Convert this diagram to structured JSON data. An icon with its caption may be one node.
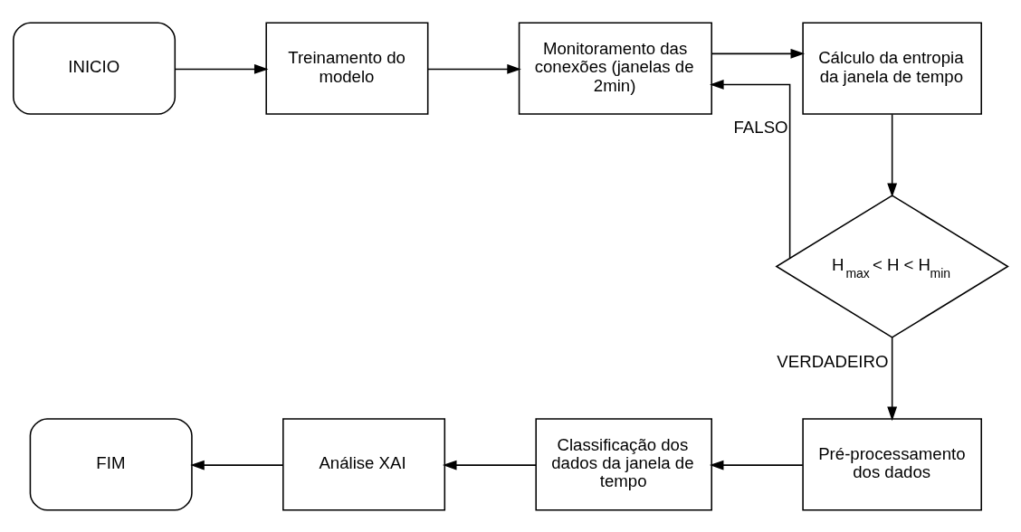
{
  "diagram": {
    "nodes": [
      {
        "text": [
          "INICIO"
        ]
      },
      {
        "text": [
          "Treinamento do modelo"
        ]
      },
      {
        "text": [
          "Monitoramento das conexões (janelas de 2min)"
        ]
      },
      {
        "text": [
          "Cálculo da entropia da janela de tempo"
        ]
      },
      {
        "text": [
          "H$_{max}$ < H < H$_{min}$"
        ]
      },
      {
        "text": [
          "Pré-processamento dos dados"
        ]
      },
      {
        "text": [
          "Classificação dos dados da janela de tempo"
        ]
      },
      {
        "text": [
          "Análise XAI"
        ]
      },
      {
        "text": [
          "FIM"
        ]
      }
    ],
    "edges": [
      {
        "from": 0,
        "to": 1,
        "arrow": "to"
      },
      {
        "from": 1,
        "to": 2,
        "arrow": "to"
      },
      {
        "from": 2,
        "to": 3,
        "arrow": "to"
      },
      {
        "from": 3,
        "to": 4,
        "arrow": "to"
      },
      {
        "from": 4,
        "to": 2,
        "label": "FALSO",
        "arrow": "to"
      },
      {
        "from": 4,
        "to": 5,
        "label": "VERDADEIRO",
        "arrow": "to"
      },
      {
        "from": 5,
        "to": 6,
        "arrow": "to"
      },
      {
        "from": 6,
        "to": 7,
        "arrow": "to"
      },
      {
        "from": 7,
        "to": 8,
        "arrow": "to"
      }
    ]
  }
}
